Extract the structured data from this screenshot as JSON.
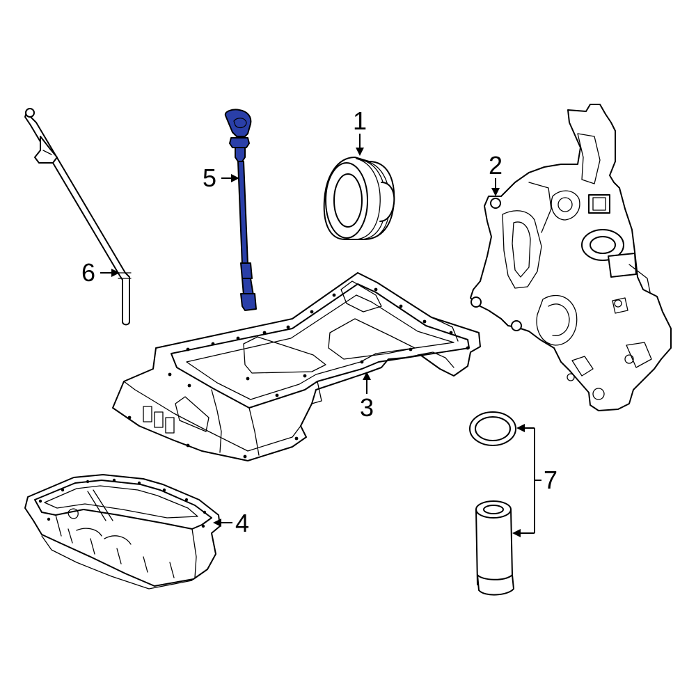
{
  "diagram": {
    "highlight_color": "#2a3fa8",
    "line_color": "#000000",
    "background": "#ffffff",
    "highlighted_part": "5",
    "callouts": {
      "c1": "1",
      "c2": "2",
      "c3": "3",
      "c4": "4",
      "c5": "5",
      "c6": "6",
      "c7": "7"
    }
  }
}
